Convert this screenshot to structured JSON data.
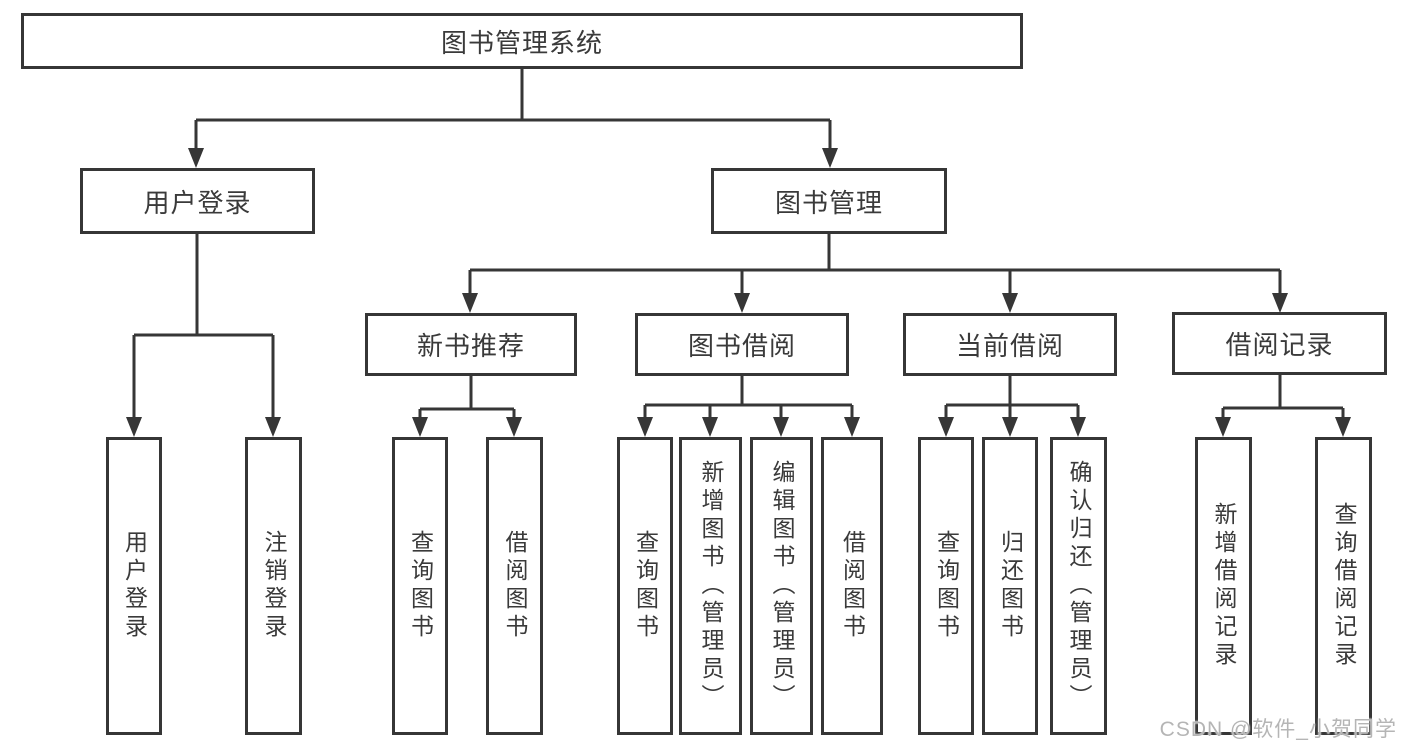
{
  "colors": {
    "line": "#363636",
    "text": "#3a3a3a",
    "watermark": "#b5b5b5",
    "background": "#ffffff"
  },
  "watermark": {
    "text": "CSDN @软件_小贺同学"
  },
  "tree": {
    "label": "图书管理系统",
    "children": [
      {
        "label": "用户登录",
        "children": [
          {
            "label": "用户登录"
          },
          {
            "label": "注销登录"
          }
        ]
      },
      {
        "label": "图书管理",
        "children": [
          {
            "label": "新书推荐",
            "children": [
              {
                "label": "查询图书"
              },
              {
                "label": "借阅图书"
              }
            ]
          },
          {
            "label": "图书借阅",
            "children": [
              {
                "label": "查询图书"
              },
              {
                "label": "新增图书（管理员）"
              },
              {
                "label": "编辑图书（管理员）"
              },
              {
                "label": "借阅图书"
              }
            ]
          },
          {
            "label": "当前借阅",
            "children": [
              {
                "label": "查询图书"
              },
              {
                "label": "归还图书"
              },
              {
                "label": "确认归还（管理员）"
              }
            ]
          },
          {
            "label": "借阅记录",
            "children": [
              {
                "label": "新增借阅记录"
              },
              {
                "label": "查询借阅记录"
              }
            ]
          }
        ]
      }
    ]
  }
}
